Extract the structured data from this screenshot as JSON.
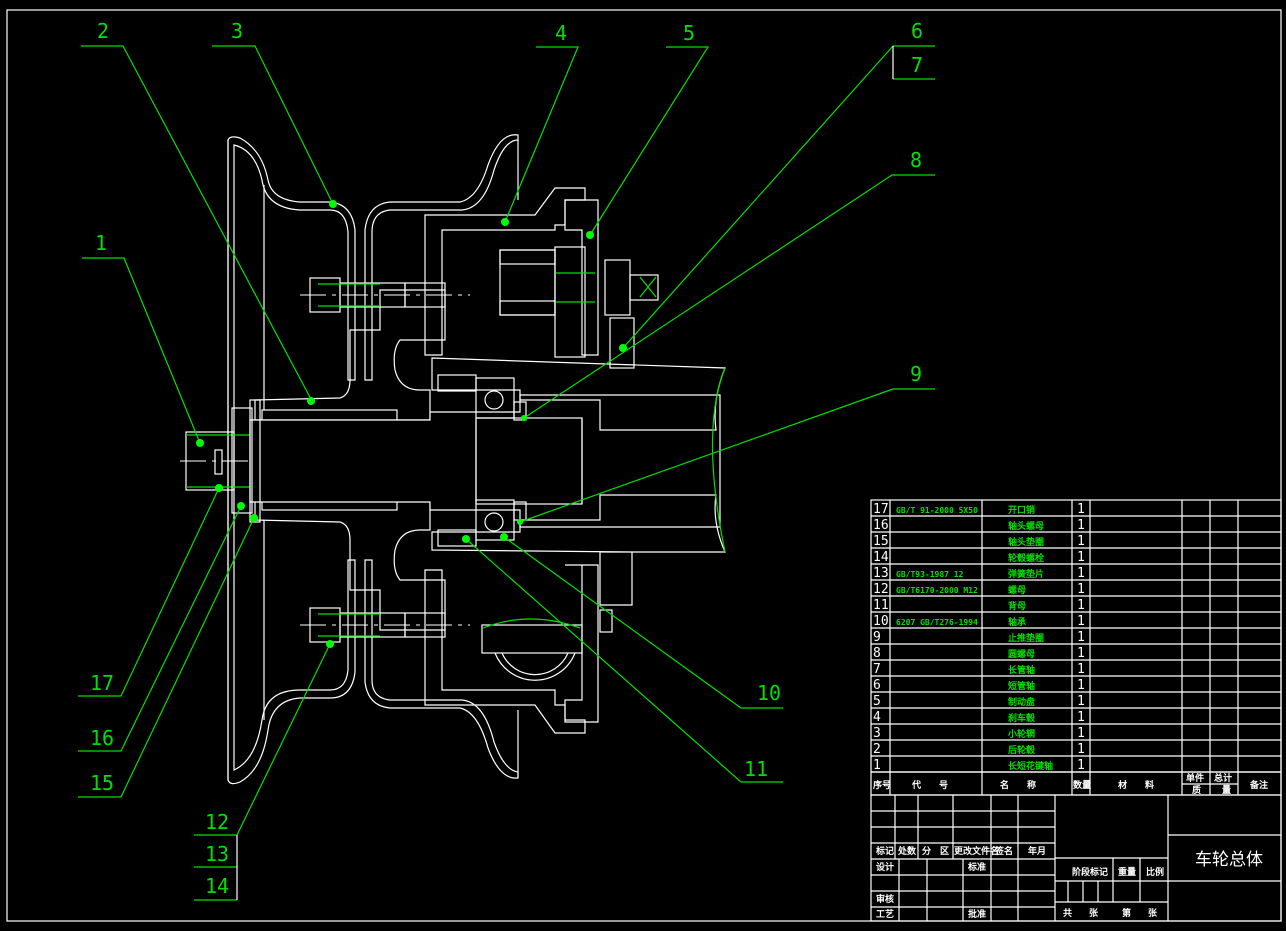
{
  "drawing": {
    "title": "车轮总体",
    "background": "#000000",
    "line_color": "#ffffff",
    "leader_color": "#00e000"
  },
  "balloons": [
    {
      "id": "1",
      "label": "1"
    },
    {
      "id": "2",
      "label": "2"
    },
    {
      "id": "3",
      "label": "3"
    },
    {
      "id": "4",
      "label": "4"
    },
    {
      "id": "5",
      "label": "5"
    },
    {
      "id": "6",
      "label": "6"
    },
    {
      "id": "7",
      "label": "7"
    },
    {
      "id": "8",
      "label": "8"
    },
    {
      "id": "9",
      "label": "9"
    },
    {
      "id": "10",
      "label": "10"
    },
    {
      "id": "11",
      "label": "11"
    },
    {
      "id": "12",
      "label": "12"
    },
    {
      "id": "13",
      "label": "13"
    },
    {
      "id": "14",
      "label": "14"
    },
    {
      "id": "15",
      "label": "15"
    },
    {
      "id": "16",
      "label": "16"
    },
    {
      "id": "17",
      "label": "17"
    }
  ],
  "bom": {
    "rows": [
      {
        "no": "17",
        "code": "GB/T 91-2000 5X50",
        "name": "开口销",
        "qty": "1"
      },
      {
        "no": "16",
        "code": "",
        "name": "轴头螺母",
        "qty": "1"
      },
      {
        "no": "15",
        "code": "",
        "name": "轴头垫圈",
        "qty": "1"
      },
      {
        "no": "14",
        "code": "",
        "name": "轮毂螺栓",
        "qty": "1"
      },
      {
        "no": "13",
        "code": "GB/T93-1987 12",
        "name": "弹簧垫片",
        "qty": "1"
      },
      {
        "no": "12",
        "code": "GB/T6170-2000 M12",
        "name": "螺母",
        "qty": "1"
      },
      {
        "no": "11",
        "code": "",
        "name": "背母",
        "qty": "1"
      },
      {
        "no": "10",
        "code": "6207 GB/T276-1994",
        "name": "轴承",
        "qty": "1"
      },
      {
        "no": "9",
        "code": "",
        "name": "止推垫圈",
        "qty": "1"
      },
      {
        "no": "8",
        "code": "",
        "name": "圆螺母",
        "qty": "1"
      },
      {
        "no": "7",
        "code": "",
        "name": "长管轴",
        "qty": "1"
      },
      {
        "no": "6",
        "code": "",
        "name": "短管轴",
        "qty": "1"
      },
      {
        "no": "5",
        "code": "",
        "name": "制动盘",
        "qty": "1"
      },
      {
        "no": "4",
        "code": "",
        "name": "刹车毂",
        "qty": "1"
      },
      {
        "no": "3",
        "code": "",
        "name": "小轮辋",
        "qty": "1"
      },
      {
        "no": "2",
        "code": "",
        "name": "后轮毂",
        "qty": "1"
      },
      {
        "no": "1",
        "code": "",
        "name": "长短花键轴",
        "qty": "1"
      }
    ],
    "header": {
      "no": "序号",
      "code": "代　　号",
      "name": "名　　称",
      "qty": "数量",
      "material": "材　　料",
      "unit": "单件",
      "total": "总计",
      "mass_left": "质",
      "mass_right": "量",
      "remark": "备注"
    }
  },
  "title_block": {
    "rev_headers": [
      "标记",
      "处数",
      "分　区",
      "更改文件名",
      "签名",
      "年月"
    ],
    "design": "设计",
    "standard": "标准",
    "review": "审核",
    "process": "工艺",
    "approve": "批准",
    "stage_mark": "阶段标记",
    "weight": "重量",
    "scale": "比例",
    "sheets_total": "共",
    "sheets_word1": "张",
    "sheet_no": "第",
    "sheets_word2": "张",
    "title": "车轮总体"
  }
}
